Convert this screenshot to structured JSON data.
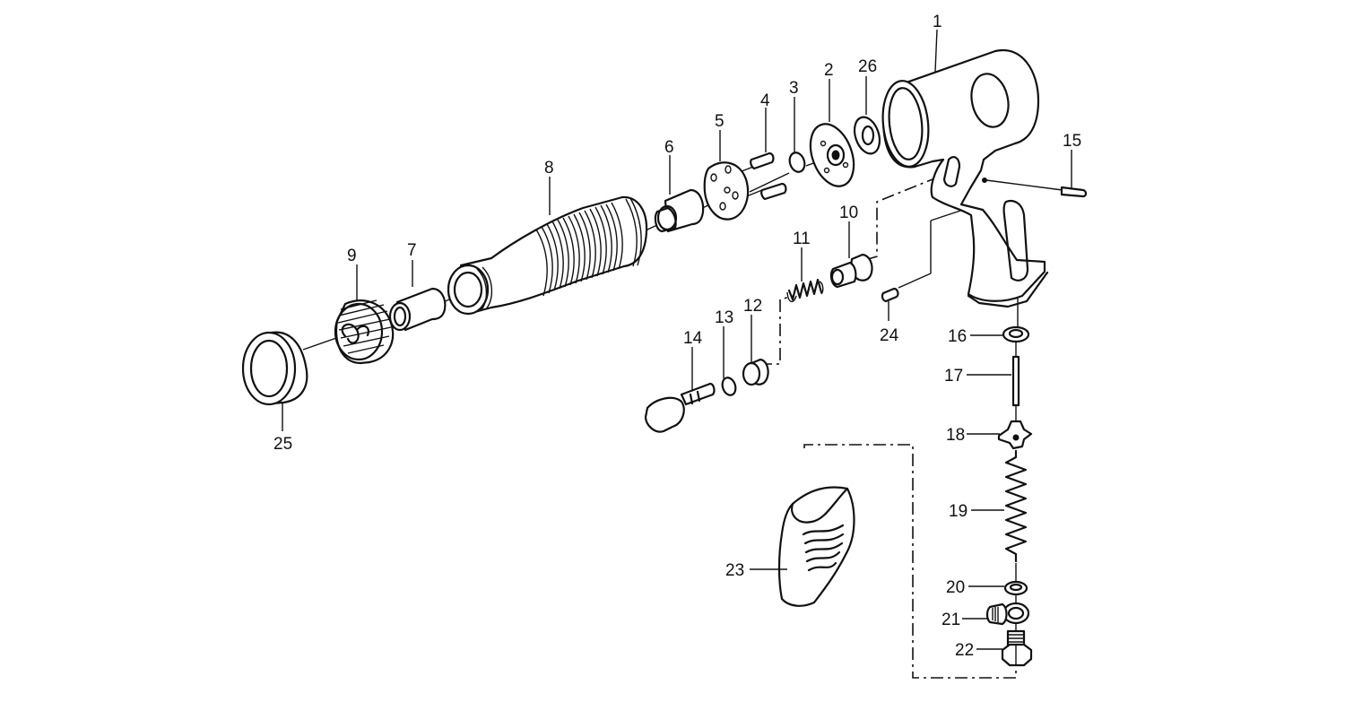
{
  "diagram": {
    "part_labels": [
      {
        "id": "1",
        "text": "1"
      },
      {
        "id": "2",
        "text": "2"
      },
      {
        "id": "3",
        "text": "3"
      },
      {
        "id": "4",
        "text": "4"
      },
      {
        "id": "5",
        "text": "5"
      },
      {
        "id": "6",
        "text": "6"
      },
      {
        "id": "7",
        "text": "7"
      },
      {
        "id": "8",
        "text": "8"
      },
      {
        "id": "9",
        "text": "9"
      },
      {
        "id": "10",
        "text": "10"
      },
      {
        "id": "11",
        "text": "11"
      },
      {
        "id": "12",
        "text": "12"
      },
      {
        "id": "13",
        "text": "13"
      },
      {
        "id": "14",
        "text": "14"
      },
      {
        "id": "15",
        "text": "15"
      },
      {
        "id": "16",
        "text": "16"
      },
      {
        "id": "17",
        "text": "17"
      },
      {
        "id": "18",
        "text": "18"
      },
      {
        "id": "19",
        "text": "19"
      },
      {
        "id": "20",
        "text": "20"
      },
      {
        "id": "21",
        "text": "21"
      },
      {
        "id": "22",
        "text": "22"
      },
      {
        "id": "23",
        "text": "23"
      },
      {
        "id": "24",
        "text": "24"
      },
      {
        "id": "25",
        "text": "25"
      },
      {
        "id": "26",
        "text": "26"
      }
    ]
  }
}
